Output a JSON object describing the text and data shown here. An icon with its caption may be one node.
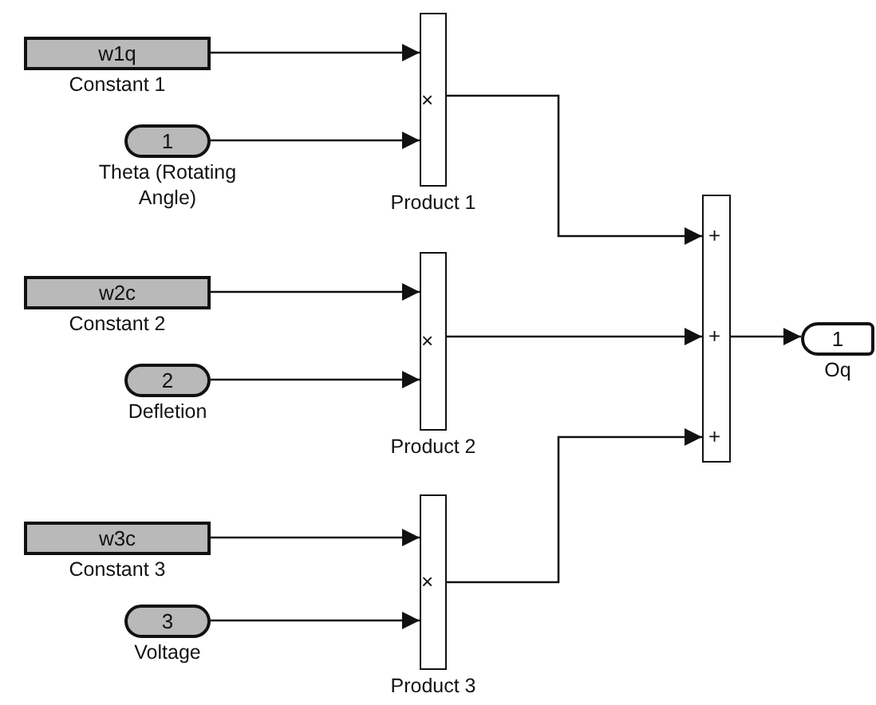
{
  "diagram": {
    "nodes": [
      {
        "text": [
          "w1q"
        ],
        "beside": [
          "Constant 1"
        ]
      },
      {
        "text": [
          "1"
        ],
        "beside": [
          "Theta (Rotating Angle)"
        ]
      },
      {
        "text": [
          "×"
        ],
        "beside": [
          "Product 1"
        ]
      },
      {
        "text": [
          "w2c"
        ],
        "beside": [
          "Constant 2"
        ]
      },
      {
        "text": [
          "2"
        ],
        "beside": [
          "Defletion"
        ]
      },
      {
        "text": [
          "×"
        ],
        "beside": [
          "Product 2"
        ]
      },
      {
        "text": [
          "w3c"
        ],
        "beside": [
          "Constant 3"
        ]
      },
      {
        "text": [
          "3"
        ],
        "beside": [
          "Voltage"
        ]
      },
      {
        "text": [
          "×"
        ],
        "beside": [
          "Product 3"
        ]
      },
      {
        "text": [
          "+",
          "+",
          "+"
        ]
      },
      {
        "text": [
          "1"
        ],
        "beside": [
          "Oq"
        ]
      }
    ],
    "edges": [
      {
        "from": 0,
        "to": 2,
        "arrow": "to"
      },
      {
        "from": 1,
        "to": 2,
        "arrow": "to"
      },
      {
        "from": 3,
        "to": 5,
        "arrow": "to"
      },
      {
        "from": 4,
        "to": 5,
        "arrow": "to"
      },
      {
        "from": 6,
        "to": 8,
        "arrow": "to"
      },
      {
        "from": 7,
        "to": 8,
        "arrow": "to"
      },
      {
        "from": 2,
        "to": 9,
        "arrow": "to"
      },
      {
        "from": 5,
        "to": 9,
        "arrow": "to"
      },
      {
        "from": 8,
        "to": 9,
        "arrow": "to"
      },
      {
        "from": 9,
        "to": 10,
        "arrow": "to"
      }
    ]
  }
}
